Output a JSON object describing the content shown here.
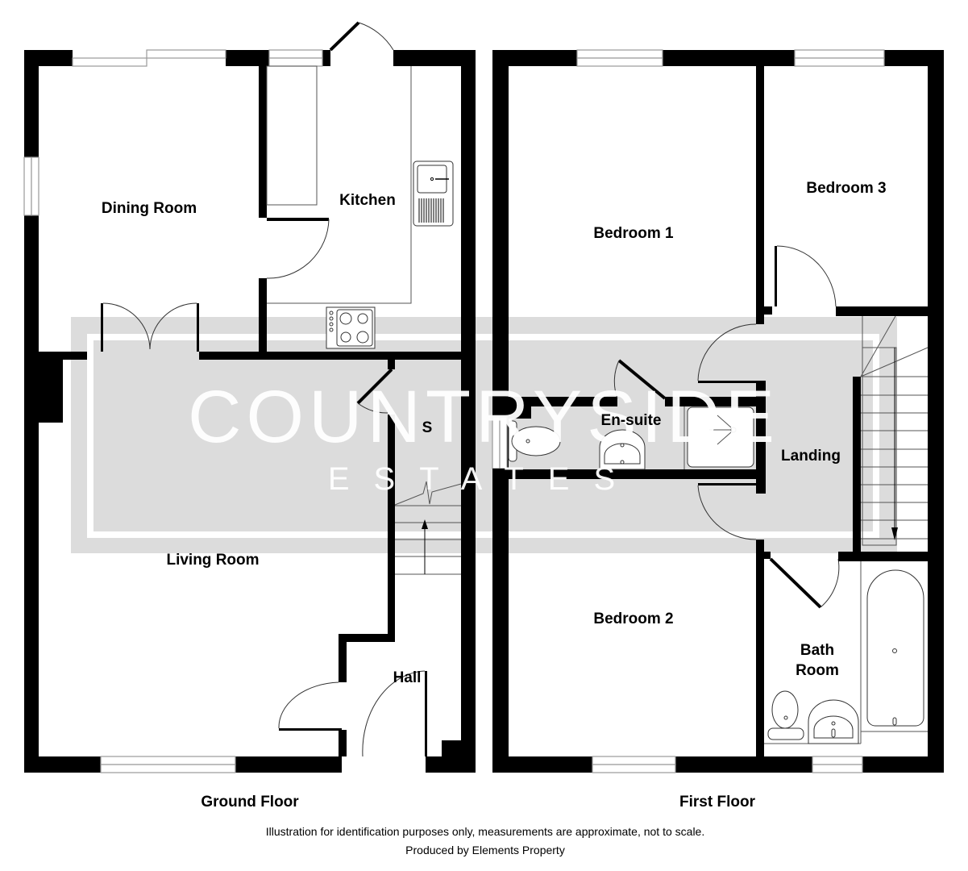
{
  "colors": {
    "wall": "#000000",
    "background": "#ffffff",
    "watermark_panel": "#dcdcdc",
    "watermark_text": "#ffffff",
    "window_outline": "#9a9a9a"
  },
  "watermark": {
    "line1": "COUNTRYSIDE",
    "line2": "ESTATES"
  },
  "floors": [
    {
      "name": "Ground Floor",
      "rooms": [
        {
          "label": "Dining Room"
        },
        {
          "label": "Kitchen"
        },
        {
          "label": "Living Room"
        },
        {
          "label": "S"
        },
        {
          "label": "Hall"
        }
      ]
    },
    {
      "name": "First Floor",
      "rooms": [
        {
          "label": "Bedroom 1"
        },
        {
          "label": "Bedroom 3"
        },
        {
          "label": "En-suite"
        },
        {
          "label": "Landing"
        },
        {
          "label": "Bedroom 2"
        },
        {
          "label": "Bath",
          "label2": "Room"
        }
      ]
    }
  ],
  "footer": {
    "disclaimer": "Illustration for identification purposes only, measurements are approximate, not to scale.",
    "credit": "Produced by Elements Property"
  },
  "icons": [
    "hob-icon",
    "sink-icon",
    "toilet-icon",
    "basin-icon",
    "shower-tray-icon",
    "bath-icon",
    "stairs-up-arrow-icon",
    "stairs-down-arrow-icon"
  ]
}
